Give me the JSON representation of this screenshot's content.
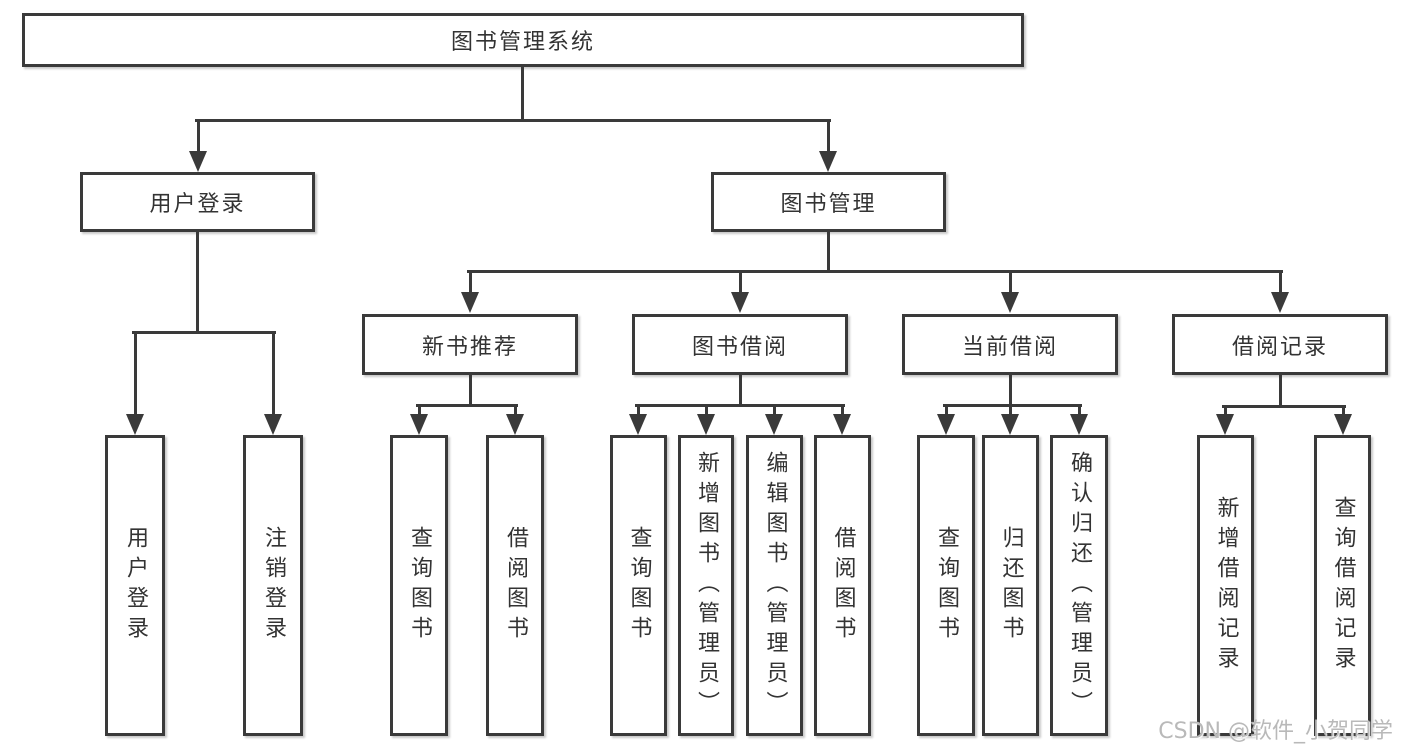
{
  "colors": {
    "line": "#3a3a3a",
    "text": "#333333",
    "box_background": "#ffffff",
    "page_background": "#ffffff",
    "watermark": "#b9b9b9"
  },
  "tree": {
    "label": "图书管理系统",
    "children": [
      {
        "label": "用户登录",
        "children": [
          {
            "label": "用户登录"
          },
          {
            "label": "注销登录"
          }
        ]
      },
      {
        "label": "图书管理",
        "children": [
          {
            "label": "新书推荐",
            "children": [
              {
                "label": "查询图书"
              },
              {
                "label": "借阅图书"
              }
            ]
          },
          {
            "label": "图书借阅",
            "children": [
              {
                "label": "查询图书"
              },
              {
                "label": "新增图书（管理员）"
              },
              {
                "label": "编辑图书（管理员）"
              },
              {
                "label": "借阅图书"
              }
            ]
          },
          {
            "label": "当前借阅",
            "children": [
              {
                "label": "查询图书"
              },
              {
                "label": "归还图书"
              },
              {
                "label": "确认归还（管理员）"
              }
            ]
          },
          {
            "label": "借阅记录",
            "children": [
              {
                "label": "新增借阅记录"
              },
              {
                "label": "查询借阅记录"
              }
            ]
          }
        ]
      }
    ]
  },
  "watermark": "CSDN @软件_小贺同学"
}
